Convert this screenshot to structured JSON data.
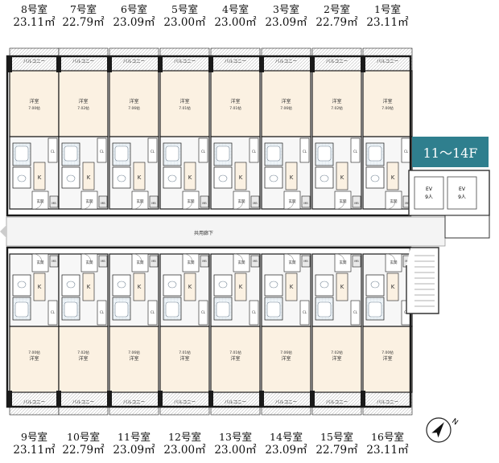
{
  "floors": "11～14F",
  "corridor": "共用廊下",
  "balcony": "バルコニー",
  "elevator": {
    "label": "EV",
    "capacity": "9人"
  },
  "top_units": [
    {
      "no": "8号室",
      "area": "23.11㎡",
      "size": "7.00帖"
    },
    {
      "no": "7号室",
      "area": "22.79㎡",
      "size": "7.02帖"
    },
    {
      "no": "6号室",
      "area": "23.09㎡",
      "size": "7.06帖"
    },
    {
      "no": "5号室",
      "area": "23.00㎡",
      "size": "7.01帖"
    },
    {
      "no": "4号室",
      "area": "23.00㎡",
      "size": "7.01帖"
    },
    {
      "no": "3号室",
      "area": "23.09㎡",
      "size": "7.06帖"
    },
    {
      "no": "2号室",
      "area": "22.79㎡",
      "size": "7.02帖"
    },
    {
      "no": "1号室",
      "area": "23.11㎡",
      "size": "7.00帖"
    }
  ],
  "bottom_units": [
    {
      "no": "9号室",
      "area": "23.11㎡",
      "size": "7.00帖"
    },
    {
      "no": "10号室",
      "area": "22.79㎡",
      "size": "7.02帖"
    },
    {
      "no": "11号室",
      "area": "23.09㎡",
      "size": "7.06帖"
    },
    {
      "no": "12号室",
      "area": "23.00㎡",
      "size": "7.01帖"
    },
    {
      "no": "13号室",
      "area": "23.00㎡",
      "size": "7.01帖"
    },
    {
      "no": "14号室",
      "area": "23.09㎡",
      "size": "7.06帖"
    },
    {
      "no": "15号室",
      "area": "22.79㎡",
      "size": "7.02帖"
    },
    {
      "no": "16号室",
      "area": "23.11㎡",
      "size": "7.00帖"
    }
  ],
  "room_labels": {
    "western": "洋室",
    "kitchen": "K",
    "entrance": "玄関",
    "closet": "CL",
    "mb": "MB",
    "shoebox": "SB",
    "wm": "WM"
  },
  "colors": {
    "wall": "#1a1a1a",
    "room": "#fbf1e2",
    "kitchen_floor": "#f7f7f7",
    "badge": "#2f7f8e",
    "corridor": "#f4f4f4"
  }
}
